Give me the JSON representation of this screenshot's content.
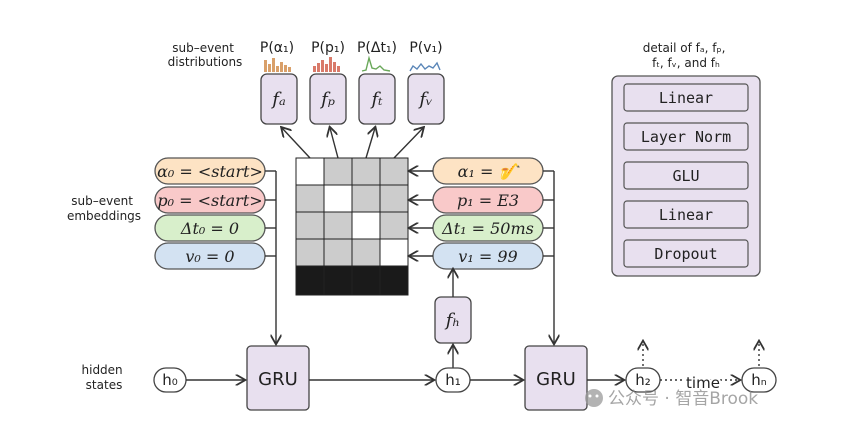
{
  "labels": {
    "sub_event_distributions": [
      "sub–event",
      "distributions"
    ],
    "sub_event_embeddings": [
      "sub–event",
      "embeddings"
    ],
    "hidden_states": [
      "hidden",
      "states"
    ],
    "detail_title": [
      "detail of fₐ, fₚ,",
      "fₜ, fᵥ, and fₕ"
    ]
  },
  "distributions": [
    "P(α₁)",
    "P(p₁)",
    "P(Δt₁)",
    "P(v₁)"
  ],
  "heads": [
    "fₐ",
    "fₚ",
    "fₜ",
    "fᵥ"
  ],
  "head_h": "fₕ",
  "left_embeddings": [
    "α₀ = <start>",
    "p₀ = <start>",
    "Δt₀ =  0",
    "v₀ =  0"
  ],
  "right_embeddings": [
    "α₁ = 🎷",
    "p₁ = E3",
    "Δt₁ = 50ms",
    "v₁ = 99"
  ],
  "gru_label": "GRU",
  "hidden": [
    "h₀",
    "h₁",
    "h₂",
    "hₙ"
  ],
  "time_label": "time",
  "detail_layers": [
    "Linear",
    "Layer Norm",
    "GLU",
    "Linear",
    "Dropout"
  ],
  "watermark": "公众号 · 智音Brook",
  "colors": {
    "alpha": "#fde3c4",
    "pitch": "#f9c9c9",
    "dt": "#d8efcb",
    "vel": "#d3e2f2",
    "box": "#e8e0ef",
    "bars_alpha": "#d9a06a",
    "bars_pitch": "#d97a6a",
    "curve_dt": "#6aa85a",
    "curve_v": "#5a86b8"
  }
}
